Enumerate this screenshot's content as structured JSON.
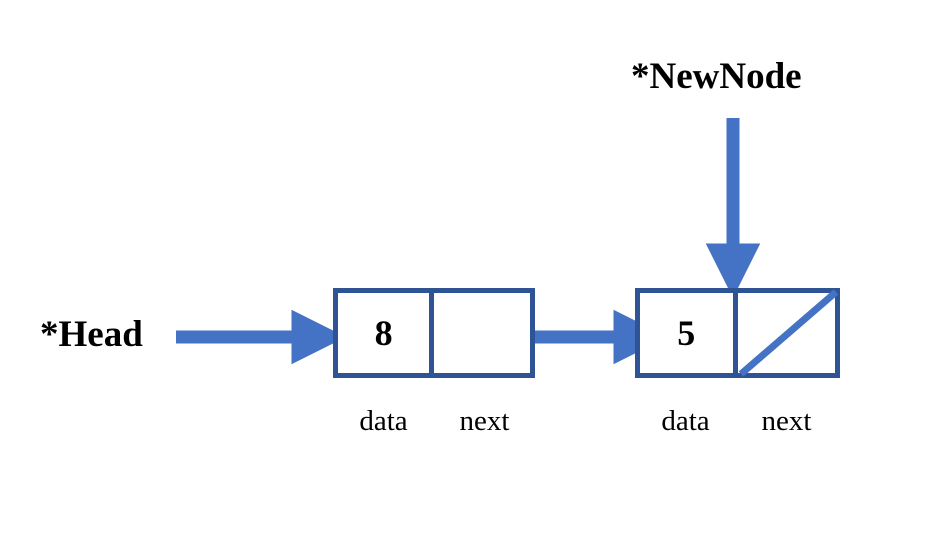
{
  "diagram": {
    "title": "Singly linked list node insertion diagram",
    "background_color": "#FFFFFF",
    "arrow_color": "#4472C4",
    "box_border_color": "#2E5496",
    "text_color": "#000000"
  },
  "pointers": [
    {
      "id": "head",
      "label": "*Head",
      "points_to": "node-1",
      "arrow_direction": "right"
    },
    {
      "id": "newnode",
      "label": "*NewNode",
      "points_to": "node-2",
      "arrow_direction": "down"
    }
  ],
  "nodes": [
    {
      "id": "node-1",
      "data_value": "8",
      "next_value": "",
      "next_is_null": false,
      "fields": [
        {
          "name": "data",
          "label": "data"
        },
        {
          "name": "next",
          "label": "next"
        }
      ]
    },
    {
      "id": "node-2",
      "data_value": "5",
      "next_value": "",
      "next_is_null": true,
      "fields": [
        {
          "name": "data",
          "label": "data"
        },
        {
          "name": "next",
          "label": "next"
        }
      ]
    }
  ],
  "links": [
    {
      "id": "link-node1-node2",
      "from": "node-1.next",
      "to": "node-2",
      "arrow_direction": "right"
    }
  ]
}
